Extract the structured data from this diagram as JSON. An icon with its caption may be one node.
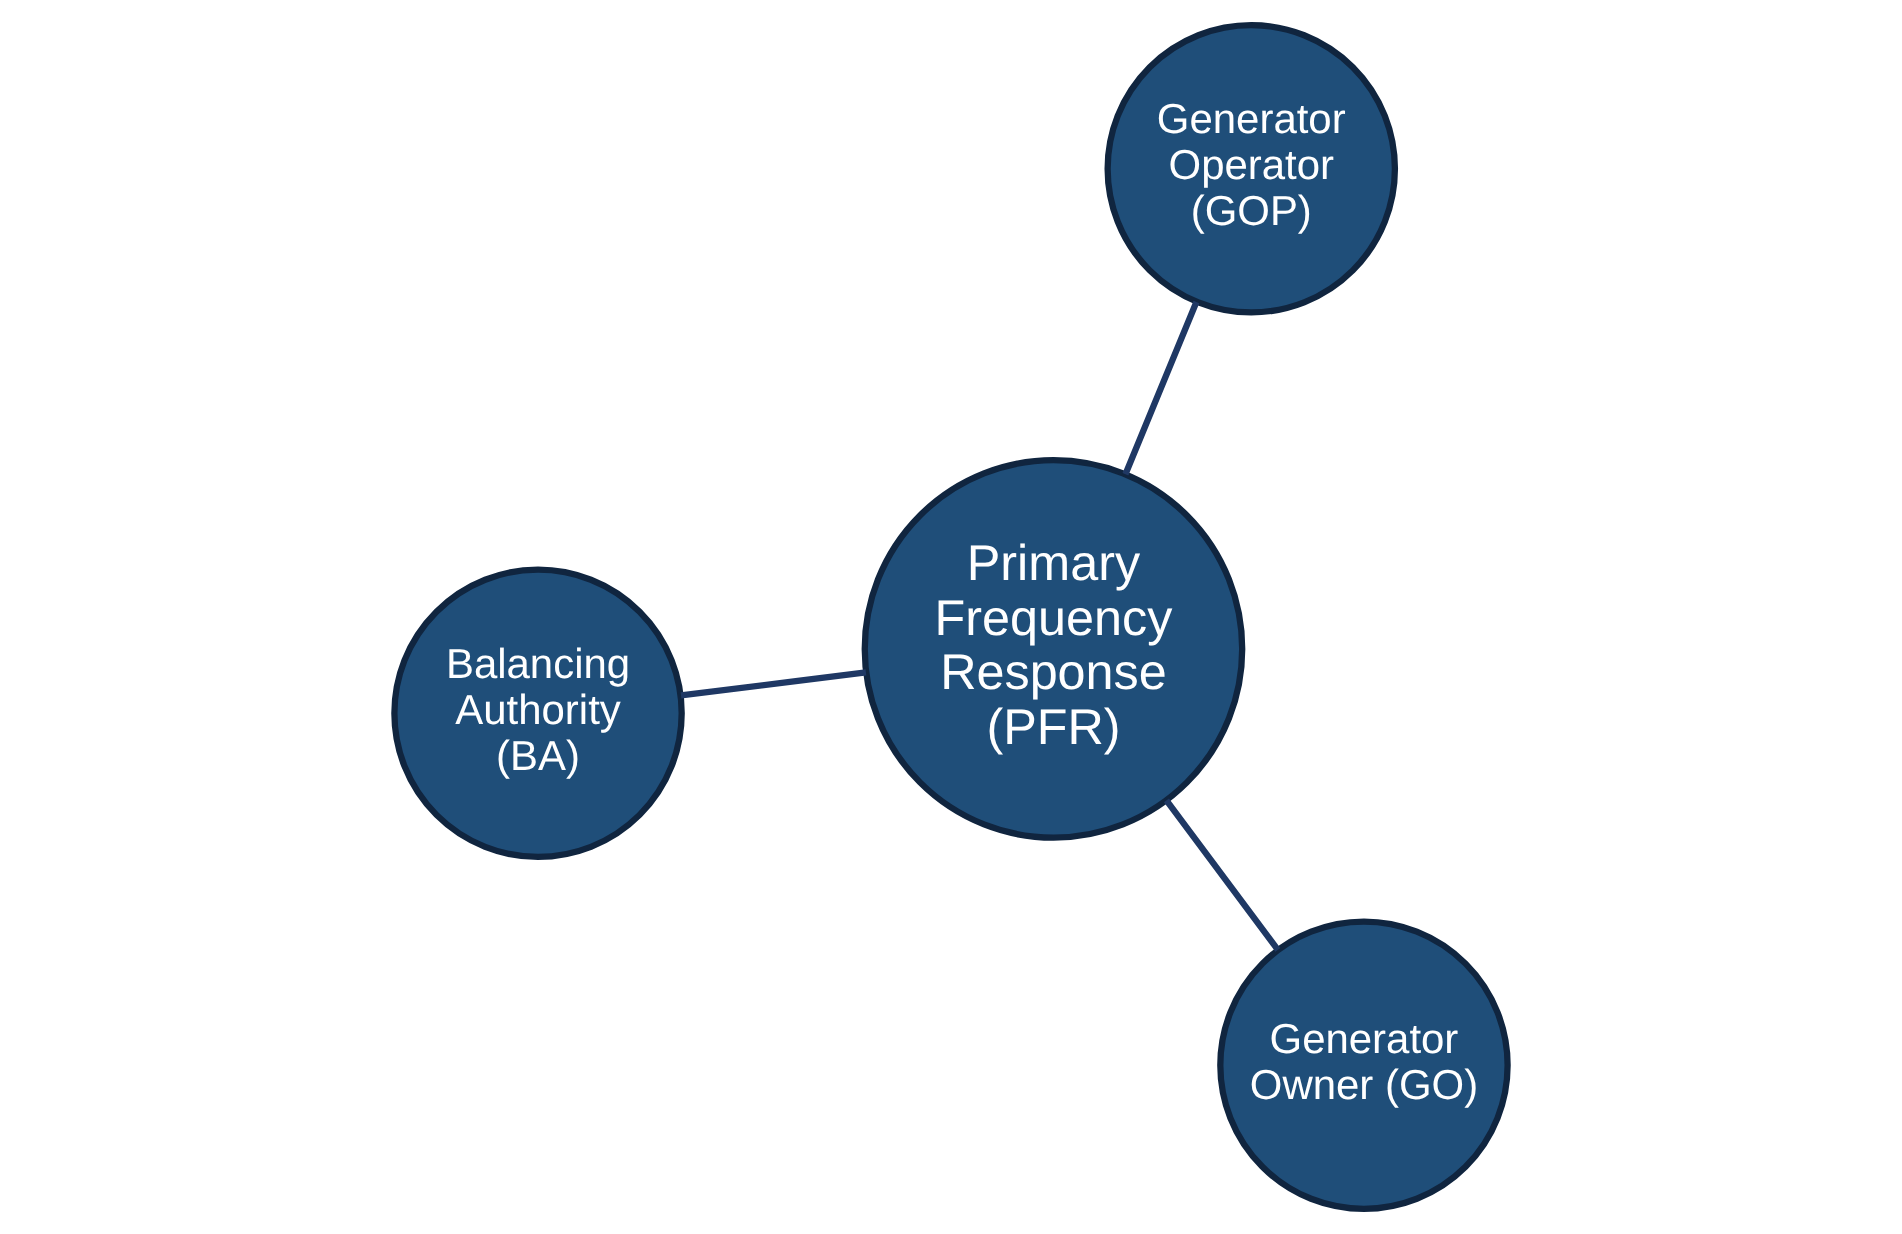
{
  "diagram": {
    "nodes": [
      {
        "text": [
          "Balancing Authority (BA)"
        ]
      },
      {
        "text": [
          "Primary Frequency Response (PFR)"
        ]
      },
      {
        "text": [
          "Generator Owner (GO)"
        ]
      },
      {
        "text": [
          "Generator Operator (GOP)"
        ]
      }
    ],
    "edges": [
      {
        "from": 1,
        "to": 0,
        "arrow": "none"
      },
      {
        "from": 1,
        "to": 2,
        "arrow": "none"
      },
      {
        "from": 1,
        "to": 3,
        "arrow": "none"
      }
    ]
  }
}
